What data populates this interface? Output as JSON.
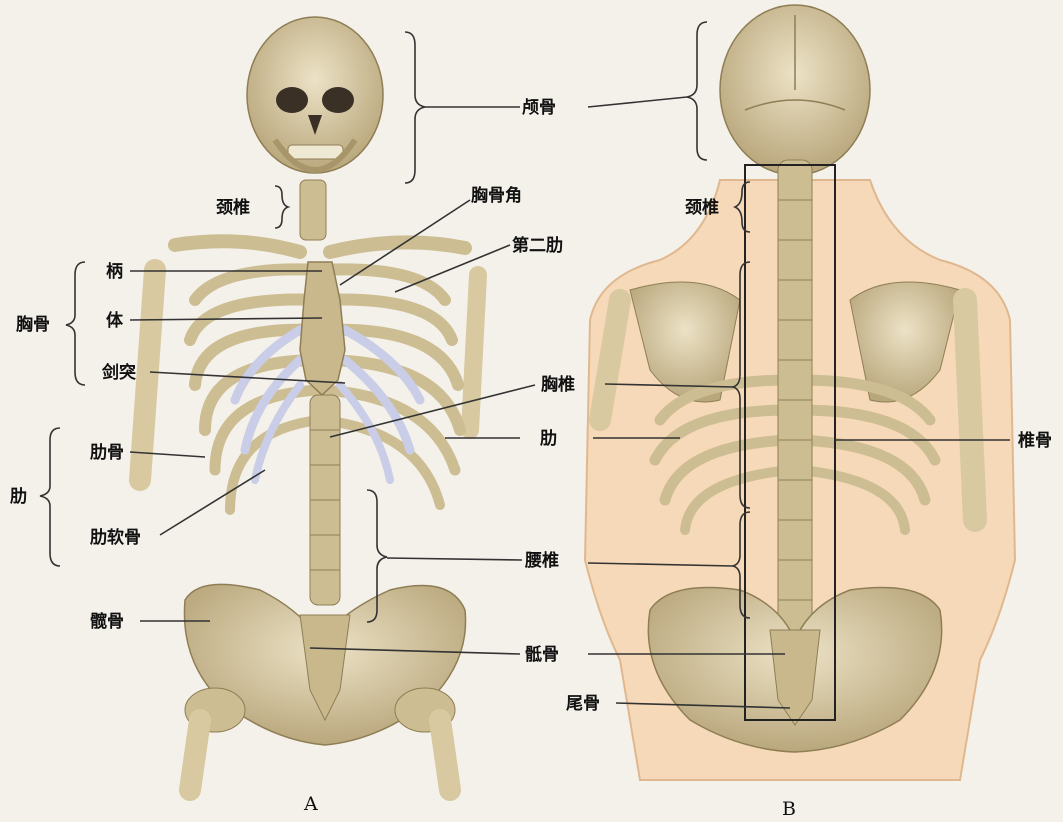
{
  "panels": {
    "a": "A",
    "b": "B"
  },
  "labels_a": {
    "skull": "颅骨",
    "cervical": "颈椎",
    "sternal_angle": "胸骨角",
    "second_rib": "第二肋",
    "sternum": "胸骨",
    "manubrium": "柄",
    "body": "体",
    "xiphoid": "剑突",
    "thoracic": "胸椎",
    "rib_group": "肋",
    "rib_bone": "肋骨",
    "rib_small": "肋",
    "costal_cartilage": "肋软骨",
    "lumbar": "腰椎",
    "hip": "髋骨",
    "sacrum": "骶骨",
    "coccyx": "尾骨"
  },
  "labels_b": {
    "cervical": "颈椎",
    "vertebral_column": "椎骨"
  },
  "colors": {
    "bone": "#d9cba3",
    "bone_dark": "#a8966a",
    "cartilage": "#c9cde8",
    "skin": "#f6d9b8",
    "line": "#333333"
  }
}
